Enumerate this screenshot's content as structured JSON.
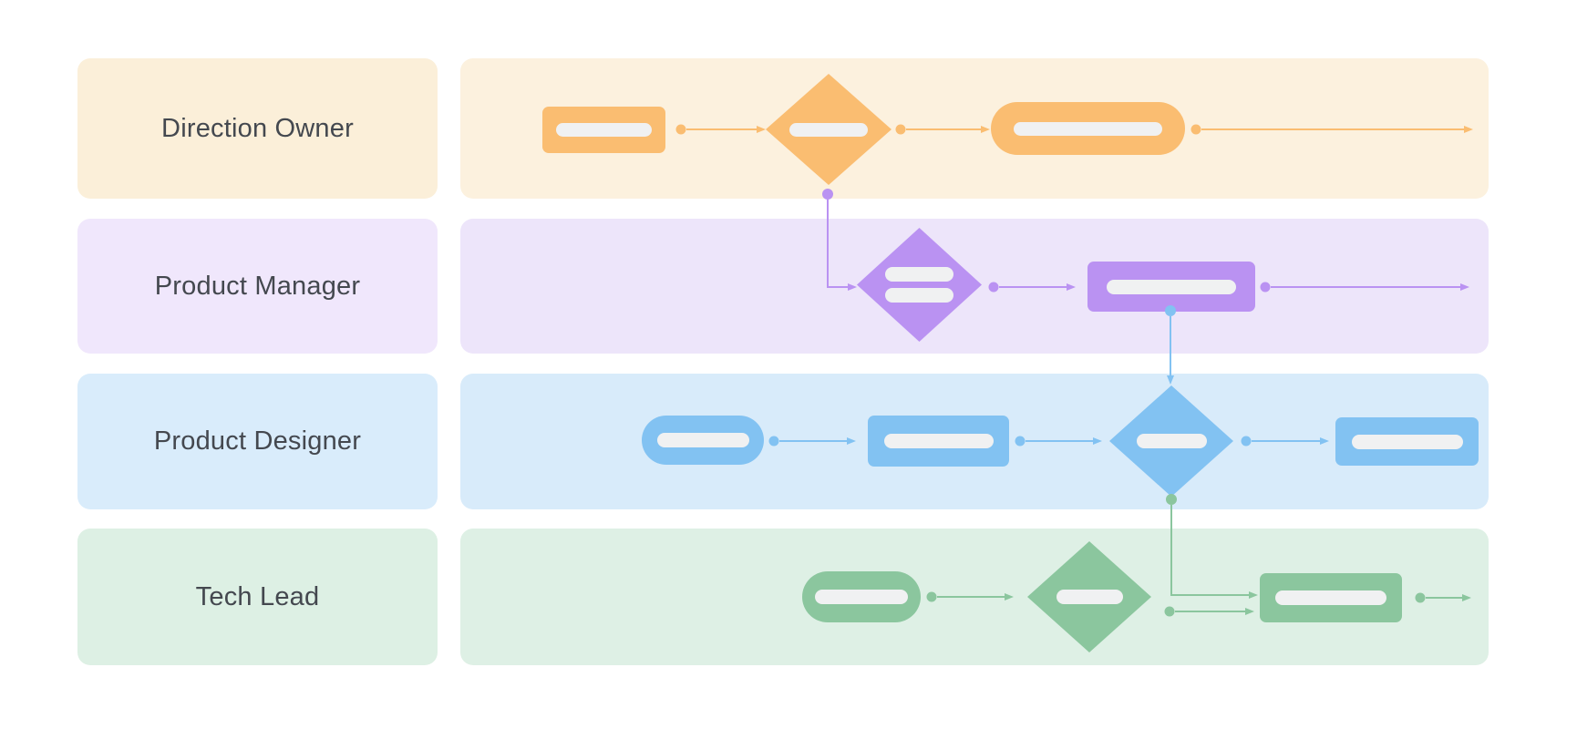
{
  "diagram_type": "swimlane-flowchart",
  "theme": {
    "background": "#FFFFFF",
    "text_color": "#44484F",
    "placeholder_color": "#F0F1F2"
  },
  "lanes": [
    {
      "id": "direction-owner",
      "label": "Direction Owner",
      "band_color": "#FCF1DE",
      "label_box_color": "#FBEFD9",
      "shape_color": "#FABD71",
      "node_types": [
        "process",
        "decision",
        "terminator"
      ],
      "exit_arrow_to_right_edge": true
    },
    {
      "id": "product-manager",
      "label": "Product Manager",
      "band_color": "#EDE5FA",
      "label_box_color": "#F0E7FC",
      "shape_color": "#BA92F2",
      "node_types": [
        "decision",
        "process"
      ],
      "exit_arrow_to_right_edge": true
    },
    {
      "id": "product-designer",
      "label": "Product Designer",
      "band_color": "#D8EBFA",
      "label_box_color": "#D9ECFB",
      "shape_color": "#82C2F2",
      "node_types": [
        "terminator",
        "process",
        "decision",
        "process"
      ],
      "exit_arrow_to_right_edge": false
    },
    {
      "id": "tech-lead",
      "label": "Tech Lead",
      "band_color": "#DEF0E5",
      "label_box_color": "#DDF0E4",
      "shape_color": "#8BC69E",
      "node_types": [
        "terminator",
        "decision",
        "process"
      ],
      "exit_arrow_to_right_edge": true
    }
  ],
  "cross_lane_connectors": [
    {
      "from": "direction-owner.decision",
      "to": "product-manager.decision",
      "color": "#BA92F2"
    },
    {
      "from": "product-manager.process",
      "to": "product-designer.decision",
      "color": "#82C2F2"
    },
    {
      "from": "product-designer.decision",
      "to": "tech-lead.process",
      "color": "#8BC69E"
    }
  ]
}
